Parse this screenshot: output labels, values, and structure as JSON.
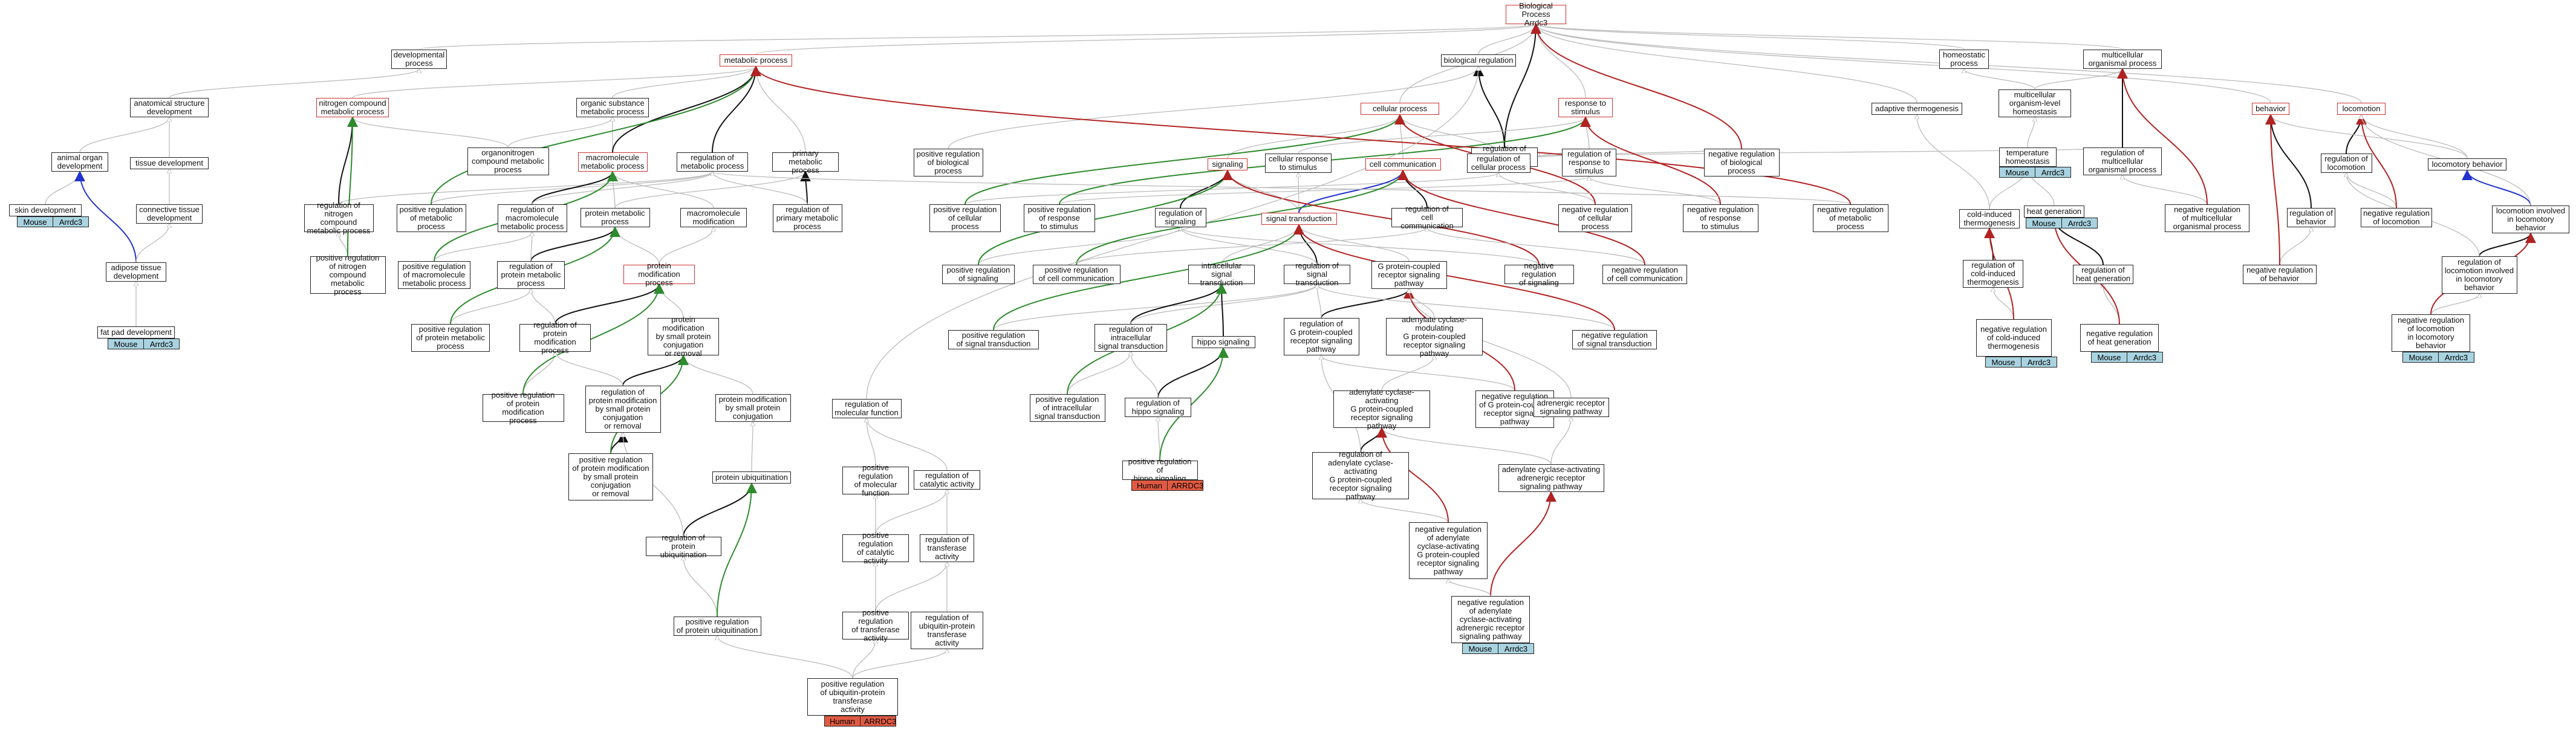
{
  "colors": {
    "edge_default": "#bbbbbb",
    "edge_positive": "#2e8b2e",
    "edge_negative": "#b22222",
    "edge_isa": "#111111",
    "edge_blue": "#2233cc",
    "tag_mouse": "#a9d3e0",
    "tag_human": "#e05a43"
  },
  "nodes": {
    "bio": "Biological Process\nArrdc3",
    "dev": "developmental\nprocess",
    "met": "metabolic process",
    "bioreg": "biological regulation",
    "homeo": "homeostatic\nprocess",
    "multi": "multicellular\norganismal process",
    "anat": "anatomical structure\ndevelopment",
    "nitro": "nitrogen compound\nmetabolic process",
    "orgsub": "organic substance\nmetabolic process",
    "cellp": "cellular process",
    "respstim": "response to\nstimulus",
    "adapt": "adaptive thermogenesis",
    "multihomeo": "multicellular\norganism-level\nhomeostasis",
    "behav": "behavior",
    "locom": "locomotion",
    "animorg": "animal organ\ndevelopment",
    "tissue": "tissue development",
    "organon": "organonitrogen\ncompound metabolic\nprocess",
    "macro": "macromolecule\nmetabolic process",
    "regmet": "regulation of\nmetabolic process",
    "primet": "primary metabolic\nprocess",
    "posbio": "positive regulation\nof biological\nprocess",
    "regbio": "regulation of\nbiological process",
    "signaling": "signaling",
    "cellresp": "cellular response\nto stimulus",
    "cellcomm": "cell communication",
    "regcell": "regulation of\ncellular process",
    "regresp": "regulation of\nresponse to\nstimulus",
    "negbio": "negative regulation\nof biological\nprocess",
    "temp": "temperature\nhomeostasis",
    "regmulti": "regulation of\nmulticellular\norganismal process",
    "reglocom": "regulation of\nlocomotion",
    "locombeh": "locomotory behavior",
    "skin": "skin development",
    "conn": "connective tissue\ndevelopment",
    "regnitro": "regulation of\nnitrogen compound\nmetabolic process",
    "posmet": "positive regulation\nof metabolic\nprocess",
    "regmacro": "regulation of\nmacromolecule\nmetabolic process",
    "protmet": "protein metabolic\nprocess",
    "macromod": "macromolecule\nmodification",
    "regprimet": "regulation of\nprimary metabolic\nprocess",
    "poscell": "positive regulation\nof cellular\nprocess",
    "posresp": "positive regulation\nof response\nto stimulus",
    "regsig": "regulation of\nsignaling",
    "sigtrans": "signal transduction",
    "regcellcomm": "regulation of\ncell communication",
    "negcell": "negative regulation\nof cellular\nprocess",
    "negresp": "negative regulation\nof response\nto stimulus",
    "negmet": "negative regulation\nof metabolic\nprocess",
    "coldthermo": "cold-induced\nthermogenesis",
    "heatgen": "heat generation",
    "negmulti": "negative regulation\nof multicellular\norganismal process",
    "regbeh": "regulation of\nbehavior",
    "neglocom": "negative regulation\nof locomotion",
    "locominv": "locomotion involved\nin locomotory\nbehavior",
    "posnitro": "positive regulation\nof nitrogen\ncompound metabolic\nprocess",
    "posmacro": "positive regulation\nof macromolecule\nmetabolic process",
    "regprotmet": "regulation of\nprotein metabolic\nprocess",
    "protmod": "protein modification\nprocess",
    "possignaling": "positive regulation\nof signaling",
    "poscellcomm": "positive regulation\nof cell communication",
    "intrasig": "intracellular\nsignal transduction",
    "regsigtrans": "regulation of\nsignal transduction",
    "gpcr": "G protein-coupled\nreceptor signaling\npathway",
    "negsig": "negative regulation\nof signaling",
    "negcellcomm": "negative regulation\nof cell communication",
    "regcoldthermo": "regulation of\ncold-induced\nthermogenesis",
    "regheat": "regulation of\nheat generation",
    "negbeh": "negative regulation\nof behavior",
    "reglocominv": "regulation of\nlocomotion involved\nin locomotory\nbehavior",
    "adipose": "adipose tissue\ndevelopment",
    "posprotmet": "positive regulation\nof protein metabolic\nprocess",
    "regprotmod": "regulation of\nprotein modification\nprocess",
    "protmodsmall": "protein modification\nby small protein\nconjugation\nor removal",
    "possigtrans": "positive regulation\nof signal transduction",
    "regintra": "regulation of\nintracellular\nsignal transduction",
    "hippo": "hippo signaling",
    "reggpcr": "regulation of\nG protein-coupled\nreceptor signaling\npathway",
    "acmod": "adenylate cyclase-modulating\nG protein-coupled\nreceptor signaling\npathway",
    "negsigtrans": "negative regulation\nof signal transduction",
    "negcoldthermo": "negative regulation\nof cold-induced\nthermogenesis",
    "negheat": "negative regulation\nof heat generation",
    "neglocominv": "negative regulation\nof locomotion\nin locomotory\nbehavior",
    "fatpad": "fat pad development",
    "posprotmod": "positive regulation\nof protein modification\nprocess",
    "regprotmodsmall": "regulation of\nprotein modification\nby small protein\nconjugation\nor removal",
    "protmodsmallconj": "protein modification\nby small protein\nconjugation",
    "posintra": "positive regulation\nof intracellular\nsignal transduction",
    "reghippo": "regulation of\nhippo signaling",
    "acact": "adenylate cyclase-activating\nG protein-coupled\nreceptor signaling\npathway",
    "neggpcr": "negative regulation\nof G protein-coupled\nreceptor signaling\npathway",
    "adrenergic": "adrenergic receptor\nsignaling pathway",
    "regmolfunc": "regulation of\nmolecular function",
    "posprotmodsmall": "positive regulation\nof protein modification\nby small protein\nconjugation\nor removal",
    "protubiq": "protein ubiquitination",
    "poshippo": "positive regulation of\nhippo signaling",
    "regacact": "regulation of\nadenylate cyclase-activating\nG protein-coupled\nreceptor signaling\npathway",
    "acactadr": "adenylate cyclase-activating\nadrenergic receptor\nsignaling pathway",
    "posmolfunc": "positive regulation\nof molecular\nfunction",
    "regcat": "regulation of\ncatalytic activity",
    "regprotubiq": "regulation of\nprotein ubiquitination",
    "negacact": "negative regulation\nof adenylate\ncyclase-activating\nG protein-coupled\nreceptor signaling\npathway",
    "poscat": "positive regulation\nof catalytic\nactivity",
    "regtrans": "regulation of\ntransferase\nactivity",
    "posprotubiq": "positive regulation\nof protein ubiquitination",
    "negacactadr": "negative regulation\nof adenylate\ncyclase-activating\nadrenergic receptor\nsignaling pathway",
    "postrans": "positive regulation\nof transferase\nactivity",
    "regubiqtrans": "regulation of\nubiquitin-protein\ntransferase\nactivity",
    "posubiqtrans": "positive regulation\nof ubiquitin-protein\ntransferase\nactivity"
  },
  "tags": {
    "t_temp": [
      "Mouse",
      "Arrdc3"
    ],
    "t_heat": [
      "Mouse",
      "Arrdc3"
    ],
    "t_skin": [
      "Mouse",
      "Arrdc3"
    ],
    "t_fat": [
      "Mouse",
      "Arrdc3"
    ],
    "t_negcold": [
      "Mouse",
      "Arrdc3"
    ],
    "t_negheat": [
      "Mouse",
      "Arrdc3"
    ],
    "t_neglocom": [
      "Mouse",
      "Arrdc3"
    ],
    "t_negadr": [
      "Mouse",
      "Arrdc3"
    ],
    "t_hippo": [
      "Human",
      "ARRDC3"
    ],
    "t_ubiq": [
      "Human",
      "ARRDC3"
    ]
  }
}
